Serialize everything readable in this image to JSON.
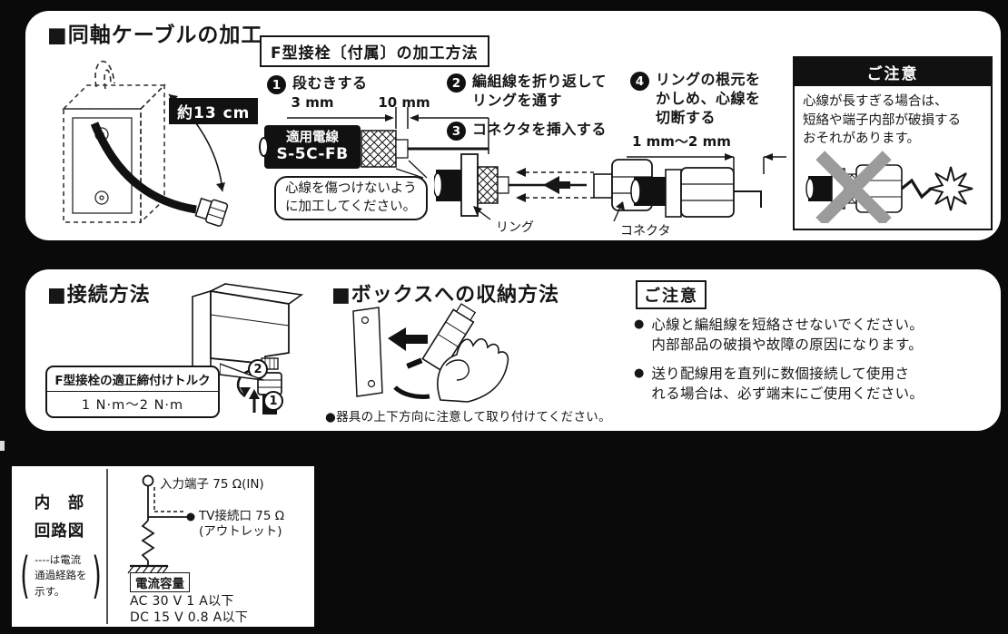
{
  "colors": {
    "bg": "#0a0a0a",
    "panel": "#ffffff",
    "ink": "#161616",
    "gray_x": "#9b9b9b"
  },
  "top": {
    "heading": "■同軸ケーブルの加工",
    "length_label": "約13 cm",
    "method_title": "F型接栓〔付属〕の加工方法",
    "step1": {
      "num": "1",
      "text": "段むきする"
    },
    "step2": {
      "num": "2",
      "text": "編組線を折り返して\nリングを通す"
    },
    "step3": {
      "num": "3",
      "text": "コネクタを挿入する"
    },
    "step4": {
      "num": "4",
      "text": "リングの根元を\nかしめ、心線を\n切断する"
    },
    "dim_a": "3 mm",
    "dim_b": "10 mm",
    "dim_c": "1 mm〜2 mm",
    "cable_label_line1": "適用電線",
    "cable_label_line2": "S-5C-FB",
    "cable_note": "心線を傷つけないよう\nに加工してください。",
    "ring_label": "リング",
    "connector_label": "コネクタ",
    "caution_title": "ご注意",
    "caution_body": "心線が長すぎる場合は、\n短絡や端子内部が破損する\nおそれがあります。"
  },
  "middle": {
    "connect_heading": "■接続方法",
    "torque_title": "F型接栓の適正締付けトルク",
    "torque_value": "1 N·m〜2 N·m",
    "num1": "1",
    "num2": "2",
    "box_heading": "■ボックスへの収納方法",
    "box_note": "●器具の上下方向に注意して取り付けてください。",
    "caution_title": "ご注意",
    "bullet_char": "●",
    "caution_items": [
      "心線と編組線を短絡させないでください。\n内部部品の破損や故障の原因になります。",
      "送り配線用を直列に数個接続して使用さ\nれる場合は、必ず端末にご使用ください。"
    ]
  },
  "circuit": {
    "title": "内　部\n回路図",
    "paren_open": "(",
    "paren_close": ")",
    "legend": "----は電流\n通過経路を\n示す。",
    "input_label": "入力端子 75 Ω(IN)",
    "tv_label": "TV接続口 75 Ω\n(アウトレット)",
    "capacity_title": "電流容量",
    "capacity_lines": "AC 30 V 1 A以下\nDC 15 V 0.8 A以下"
  }
}
